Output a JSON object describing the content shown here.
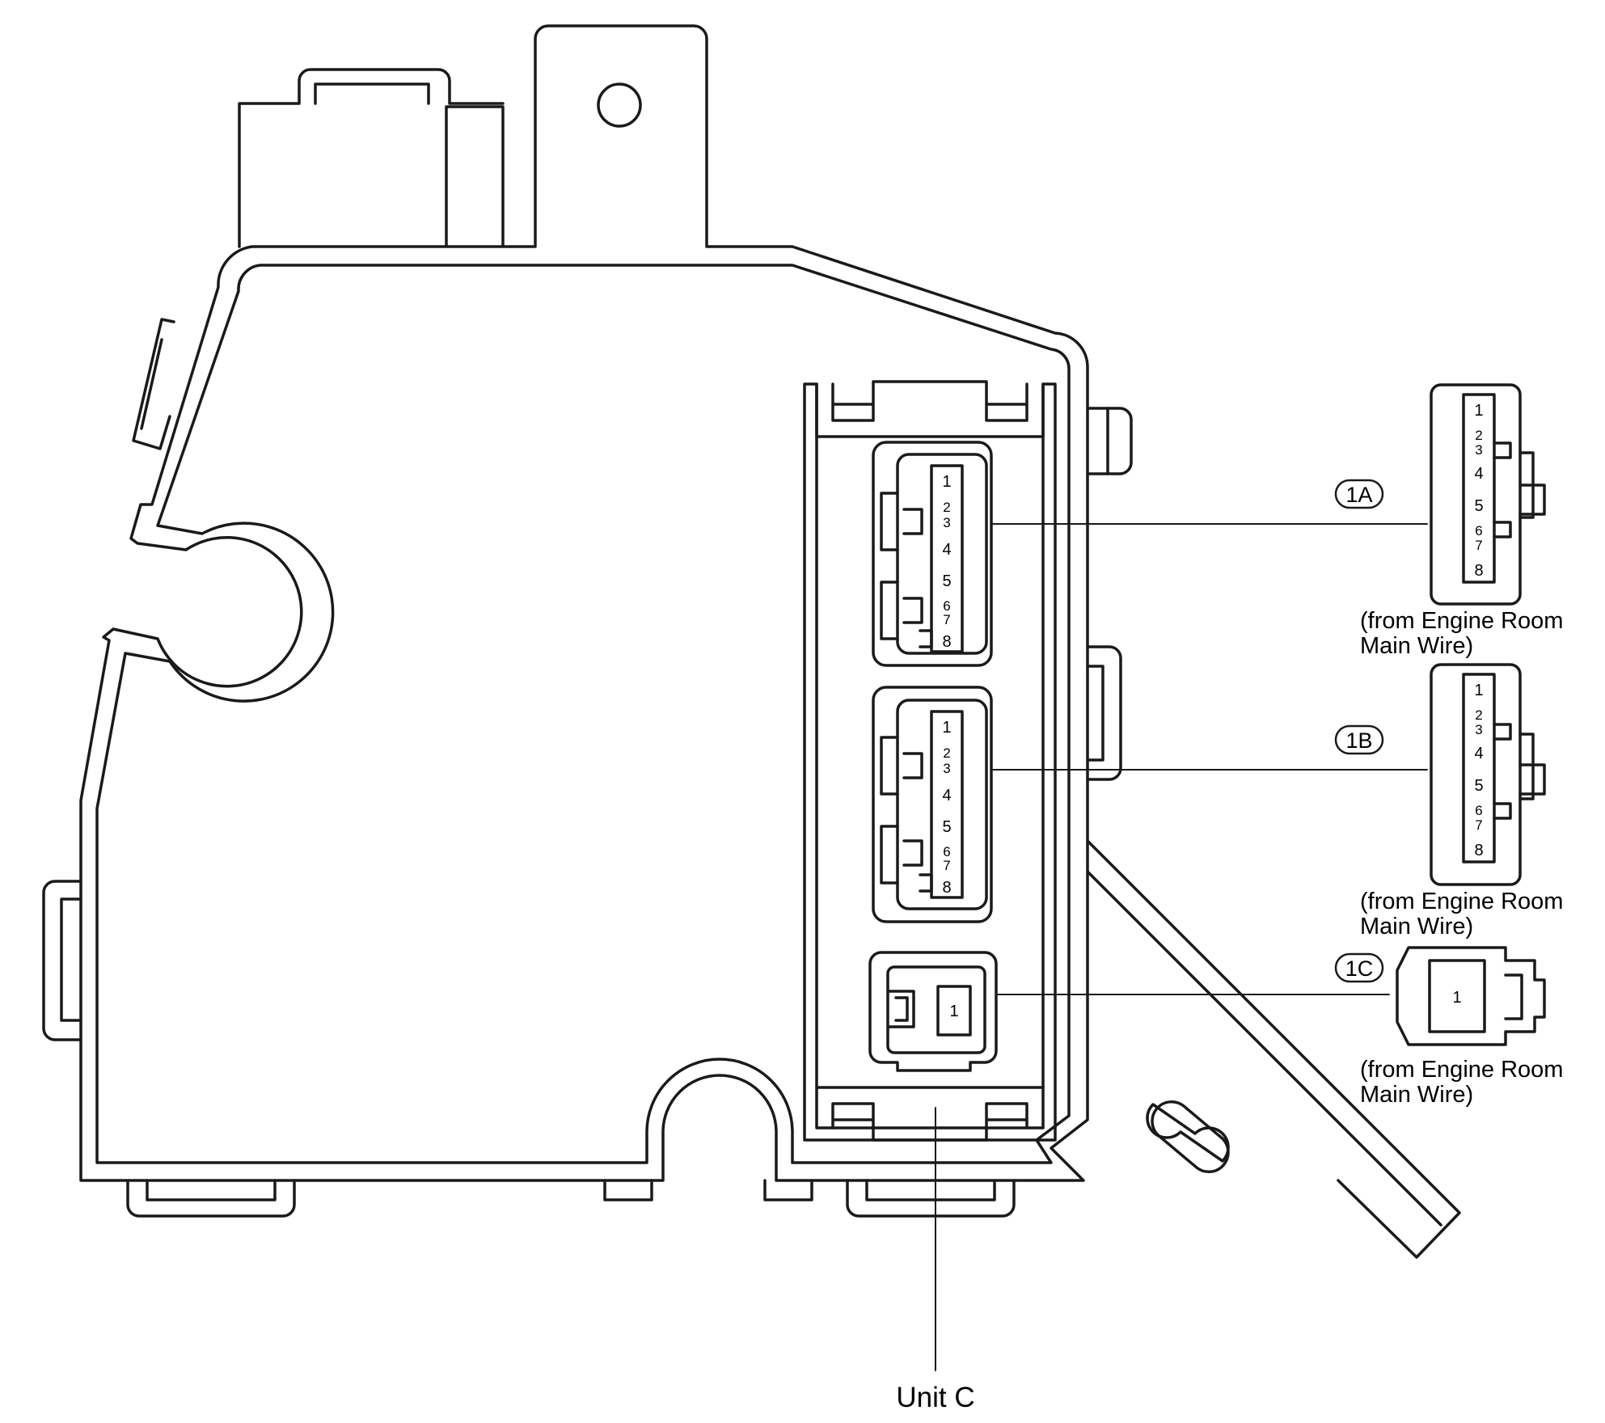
{
  "colors": {
    "line": "#1a1a1a",
    "background": "#ffffff"
  },
  "unit_label": "Unit C",
  "connectors": [
    {
      "id": "1A",
      "pins": [
        "1",
        "2",
        "3",
        "4",
        "5",
        "6",
        "7",
        "8"
      ],
      "note_line1": "(from Engine Room",
      "note_line2": "Main Wire)"
    },
    {
      "id": "1B",
      "pins": [
        "1",
        "2",
        "3",
        "4",
        "5",
        "6",
        "7",
        "8"
      ],
      "note_line1": "(from Engine Room",
      "note_line2": "Main Wire)"
    },
    {
      "id": "1C",
      "pins": [
        "1"
      ],
      "note_line1": "(from Engine Room",
      "note_line2": "Main Wire)"
    }
  ]
}
